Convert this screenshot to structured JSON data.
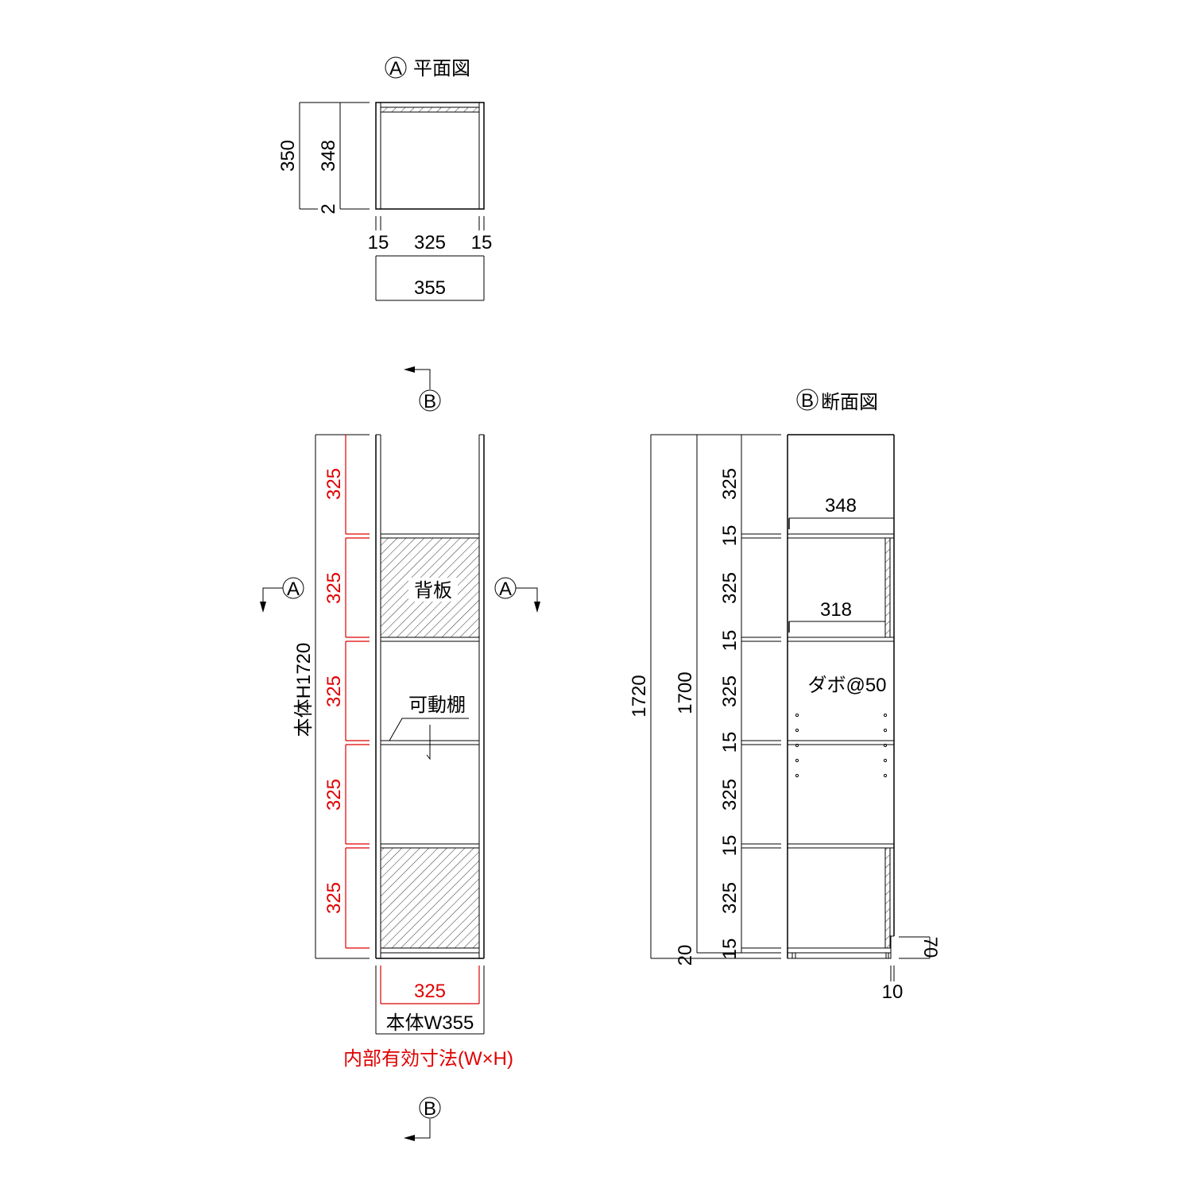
{
  "plan": {
    "marker": "A",
    "title": "平面図",
    "dims": {
      "depth_outer": "350",
      "depth_inner": "348",
      "back_gap": "2",
      "side_left": "15",
      "inner_width": "325",
      "side_right": "15",
      "total_width": "355"
    }
  },
  "elevation": {
    "section_marker": "B",
    "cut_marker": "A",
    "height_label": "本体H1720",
    "opening_heights": [
      "325",
      "325",
      "325",
      "325",
      "325"
    ],
    "back_panel_label": "背板",
    "movable_shelf_label": "可動棚",
    "inner_width": "325",
    "width_label": "本体W355",
    "caption": "内部有効寸法(W×H)"
  },
  "section": {
    "marker": "B",
    "title": "断面図",
    "total_height": "1720",
    "inner_height": "1700",
    "plinth": "20",
    "stack": [
      "325",
      "15",
      "325",
      "15",
      "325",
      "15",
      "325",
      "15",
      "325",
      "15"
    ],
    "top_depth": "348",
    "shelf_depth": "318",
    "dowel_label": "ダボ@50",
    "kick_height": "70",
    "kick_setback": "10"
  },
  "colors": {
    "line": "#000000",
    "inner_dim": "#e00000"
  }
}
